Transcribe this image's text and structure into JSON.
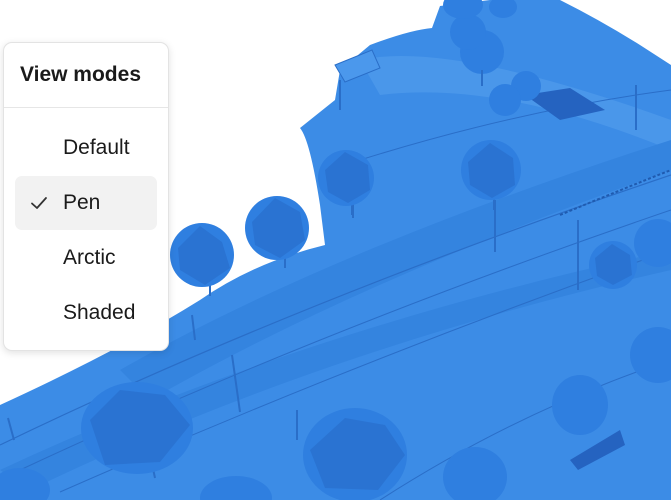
{
  "view_modes_menu": {
    "title": "View modes",
    "items": [
      {
        "label": "Default",
        "selected": false
      },
      {
        "label": "Pen",
        "selected": true
      },
      {
        "label": "Arctic",
        "selected": false
      },
      {
        "label": "Shaded",
        "selected": false
      }
    ],
    "selected_icon": "checkmark-icon"
  },
  "scene": {
    "render_color": "#3c8ce6",
    "tree_color": "#2f7fe0",
    "shadow_color": "#2566c2"
  }
}
